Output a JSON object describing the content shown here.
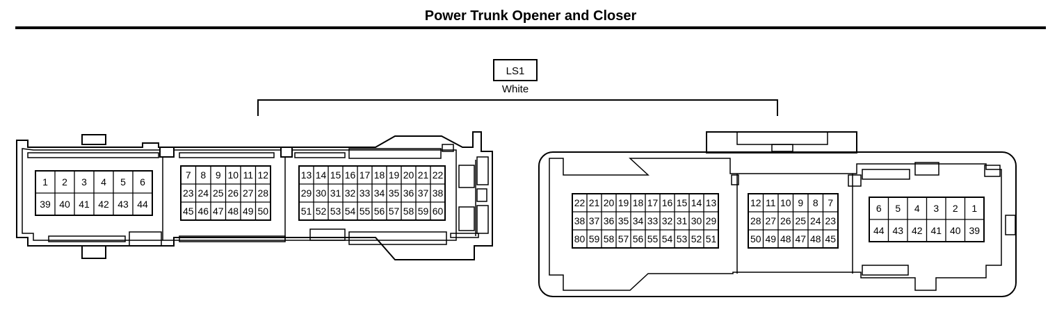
{
  "title": "Power Trunk Opener and Closer",
  "connector": {
    "id": "LS1",
    "color": "White"
  },
  "harness_side": {
    "groups": [
      {
        "rows": [
          [
            "1",
            "2",
            "3",
            "4",
            "5",
            "6"
          ],
          [
            "39",
            "40",
            "41",
            "42",
            "43",
            "44"
          ]
        ]
      },
      {
        "rows": [
          [
            "7",
            "8",
            "9",
            "10",
            "11",
            "12"
          ],
          [
            "23",
            "24",
            "25",
            "26",
            "27",
            "28"
          ],
          [
            "45",
            "46",
            "47",
            "48",
            "49",
            "50"
          ]
        ]
      },
      {
        "rows": [
          [
            "13",
            "14",
            "15",
            "16",
            "17",
            "18",
            "19",
            "20",
            "21",
            "22"
          ],
          [
            "29",
            "30",
            "31",
            "32",
            "33",
            "34",
            "35",
            "36",
            "37",
            "38"
          ],
          [
            "51",
            "52",
            "53",
            "54",
            "55",
            "56",
            "57",
            "58",
            "59",
            "60"
          ]
        ]
      }
    ]
  },
  "component_side": {
    "groups": [
      {
        "rows": [
          [
            "22",
            "21",
            "20",
            "19",
            "18",
            "17",
            "16",
            "15",
            "14",
            "13"
          ],
          [
            "38",
            "37",
            "36",
            "35",
            "34",
            "33",
            "32",
            "31",
            "30",
            "29"
          ],
          [
            "80",
            "59",
            "58",
            "57",
            "56",
            "55",
            "54",
            "53",
            "52",
            "51"
          ]
        ]
      },
      {
        "rows": [
          [
            "12",
            "11",
            "10",
            "9",
            "8",
            "7"
          ],
          [
            "28",
            "27",
            "26",
            "25",
            "24",
            "23"
          ],
          [
            "50",
            "49",
            "48",
            "47",
            "48",
            "45"
          ]
        ]
      },
      {
        "rows": [
          [
            "6",
            "5",
            "4",
            "3",
            "2",
            "1"
          ],
          [
            "44",
            "43",
            "42",
            "41",
            "40",
            "39"
          ]
        ]
      }
    ]
  }
}
